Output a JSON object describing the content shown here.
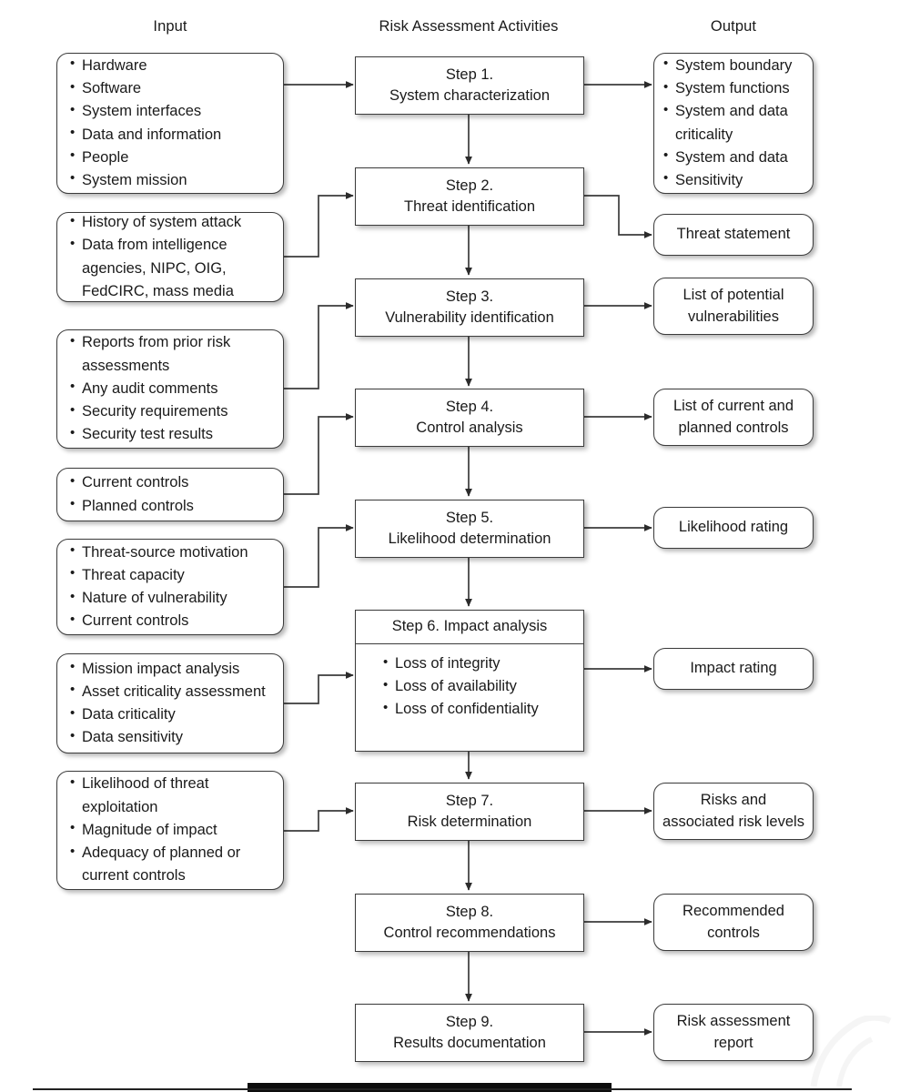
{
  "headers": {
    "input": "Input",
    "activities": "Risk Assessment Activities",
    "output": "Output"
  },
  "colors": {
    "box_border": "#3b3b3b",
    "text": "#1a1a1a",
    "background": "#ffffff",
    "connector": "#3b3b3b",
    "page_edge": "#0d0d0d"
  },
  "inputs": [
    {
      "id": "input-1",
      "items": [
        "Hardware",
        "Software",
        "System interfaces",
        "Data and information",
        "People",
        "System mission"
      ]
    },
    {
      "id": "input-2",
      "items": [
        "History of system attack",
        "Data from intelligence agencies, NIPC, OIG, FedCIRC, mass media"
      ]
    },
    {
      "id": "input-3",
      "items": [
        "Reports from prior risk assessments",
        "Any audit comments",
        "Security requirements",
        "Security test results"
      ]
    },
    {
      "id": "input-4",
      "items": [
        "Current controls",
        "Planned controls"
      ]
    },
    {
      "id": "input-5",
      "items": [
        "Threat-source motivation",
        "Threat capacity",
        "Nature of vulnerability",
        "Current controls"
      ]
    },
    {
      "id": "input-6",
      "items": [
        "Mission impact analysis",
        "Asset criticality assessment",
        "Data criticality",
        "Data sensitivity"
      ]
    },
    {
      "id": "input-7",
      "items": [
        "Likelihood of threat exploitation",
        "Magnitude of impact",
        "Adequacy of planned or current controls"
      ]
    }
  ],
  "steps": [
    {
      "id": "step-1",
      "number": "Step 1.",
      "title": "System characterization"
    },
    {
      "id": "step-2",
      "number": "Step 2.",
      "title": "Threat identification"
    },
    {
      "id": "step-3",
      "number": "Step 3.",
      "title": "Vulnerability identification"
    },
    {
      "id": "step-4",
      "number": "Step 4.",
      "title": "Control analysis"
    },
    {
      "id": "step-5",
      "number": "Step 5.",
      "title": "Likelihood determination"
    },
    {
      "id": "step-6",
      "number": "Step 6. Impact analysis",
      "title": "",
      "items": [
        "Loss of integrity",
        "Loss of availability",
        "Loss of confidentiality"
      ]
    },
    {
      "id": "step-7",
      "number": "Step 7.",
      "title": "Risk determination"
    },
    {
      "id": "step-8",
      "number": "Step 8.",
      "title": "Control recommendations"
    },
    {
      "id": "step-9",
      "number": "Step 9.",
      "title": "Results documentation"
    }
  ],
  "outputs": [
    {
      "id": "output-1",
      "items": [
        "System boundary",
        "System functions",
        "System and data criticality",
        "System and data",
        "Sensitivity"
      ]
    },
    {
      "id": "output-2",
      "label": "Threat statement"
    },
    {
      "id": "output-3",
      "label": "List of potential\nvulnerabilities"
    },
    {
      "id": "output-4",
      "label": "List of current and\nplanned controls"
    },
    {
      "id": "output-5",
      "label": "Likelihood rating"
    },
    {
      "id": "output-6",
      "label": "Impact rating"
    },
    {
      "id": "output-7",
      "label": "Risks and\nassociated risk levels"
    },
    {
      "id": "output-8",
      "label": "Recommended\ncontrols"
    },
    {
      "id": "output-9",
      "label": "Risk assessment\nreport"
    }
  ]
}
